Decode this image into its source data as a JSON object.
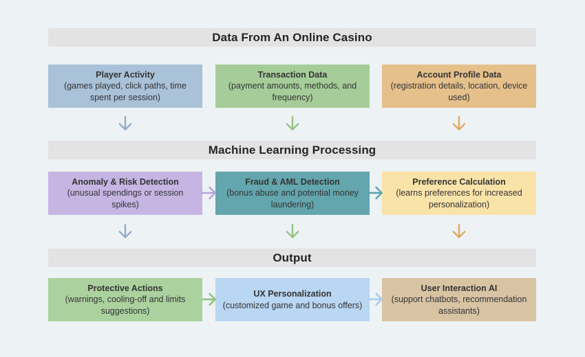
{
  "diagram": {
    "background": "#edf2f4",
    "header_bg": "#e3e3e3",
    "header_text_color": "#252525",
    "box_text_color": "#333333",
    "sections": [
      {
        "header": "Data From An Online Casino",
        "boxes": [
          {
            "title": "Player Activity",
            "desc": "(games played, click paths, time spent per session)",
            "color": "#a9c2d8"
          },
          {
            "title": "Transaction Data",
            "desc": "(payment amounts, methods, and frequency)",
            "color": "#a6cd99"
          },
          {
            "title": "Account Profile Data",
            "desc": "(registration details, location, device used)",
            "color": "#e6c08b"
          }
        ],
        "down_arrows": [
          "#90abc6",
          "#93c281",
          "#e2a75f"
        ]
      },
      {
        "header": "Machine Learning Processing",
        "boxes": [
          {
            "title": "Anomaly & Risk Detection",
            "desc": "(unusual spendings or session spikes)",
            "color": "#c6b5e2"
          },
          {
            "title": "Fraud & AML Detection",
            "desc": "(bonus abuse and potential money laundering)",
            "color": "#63a6ad"
          },
          {
            "title": "Preference Calculation",
            "desc": "(learns preferences for increased personalization)",
            "color": "#fae3a8"
          }
        ],
        "right_arrows": [
          "#b8a2dc",
          "#58a3ad"
        ],
        "down_arrows": [
          "#90abc6",
          "#93c281",
          "#e2a75f"
        ]
      },
      {
        "header": "Output",
        "boxes": [
          {
            "title": "Protective Actions",
            "desc": "(warnings, cooling-off and limits suggestions)",
            "color": "#abd29e"
          },
          {
            "title": "UX Personalization",
            "desc": "(customized game and bonus offers)",
            "color": "#b9d6f2"
          },
          {
            "title": "User Interaction AI",
            "desc": "(support chatbots, recommendation assistants)",
            "color": "#d8c3a3"
          }
        ],
        "right_arrows": [
          "#8ec47c",
          "#a6cdee"
        ]
      }
    ]
  }
}
